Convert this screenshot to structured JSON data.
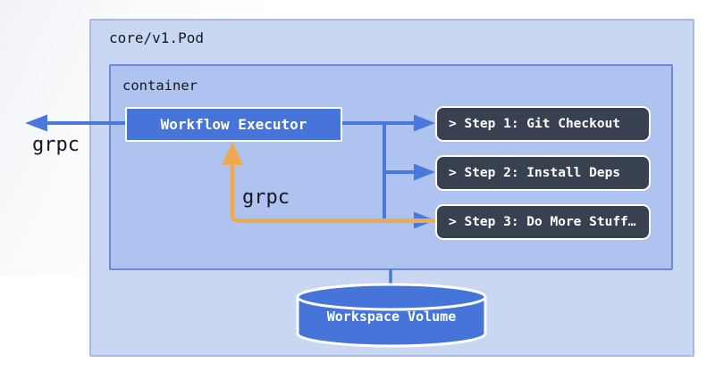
{
  "diagram": {
    "pod": {
      "label": "core/v1.Pod"
    },
    "container": {
      "label": "container"
    },
    "executor": {
      "label": "Workflow Executor"
    },
    "steps": [
      {
        "label": "> Step 1: Git Checkout"
      },
      {
        "label": "> Step 2: Install Deps"
      },
      {
        "label": "> Step 3: Do More Stuff…"
      }
    ],
    "volume": {
      "label": "Workspace Volume"
    },
    "grpc_left": {
      "label": "grpc"
    },
    "grpc_inner": {
      "label": "grpc"
    },
    "edges": [
      {
        "from": "workflow-executor",
        "to": "outside-pod",
        "label": "grpc",
        "color": "#4a79dd"
      },
      {
        "from": "workflow-executor",
        "to": "step-1",
        "color": "#4a79dd"
      },
      {
        "from": "workflow-executor",
        "to": "step-2",
        "color": "#4a79dd"
      },
      {
        "from": "workflow-executor",
        "to": "step-3",
        "color": "#4a79dd"
      },
      {
        "from": "step-3",
        "to": "workflow-executor",
        "label": "grpc",
        "color": "#edaa51"
      },
      {
        "from": "container",
        "to": "workspace-volume",
        "color": "#4a79dd"
      }
    ],
    "colors": {
      "pod_fill": "#cad7f2",
      "pod_border": "#aab8e8",
      "container_fill": "#aec3ef",
      "container_border": "#6d8ad8",
      "node_blue": "#4674d9",
      "step_fill": "#38414f",
      "arrow_blue": "#4a79dd",
      "arrow_orange": "#edaa51",
      "text_dark": "#16181d",
      "node_border": "#ffffff"
    }
  }
}
